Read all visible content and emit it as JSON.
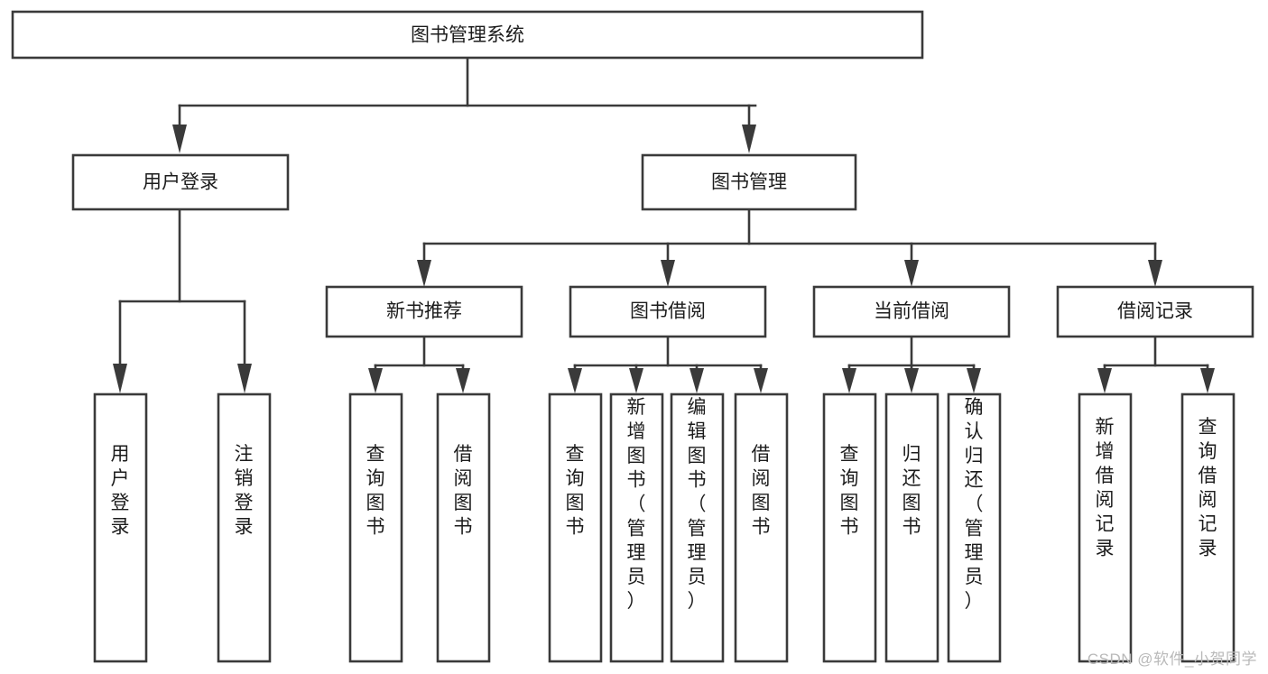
{
  "diagram": {
    "type": "tree",
    "title": "图书管理系统",
    "orientation": "top-down",
    "colors": {
      "background": "#ffffff",
      "box_fill": "#ffffff",
      "box_stroke": "#3a3a3a",
      "text": "#1c1c1c",
      "watermark": "#b9b9b9"
    },
    "root": {
      "label": "图书管理系统",
      "level": 0,
      "orientation": "horizontal"
    },
    "level2": [
      {
        "label": "用户登录",
        "orientation": "horizontal"
      },
      {
        "label": "图书管理",
        "orientation": "horizontal"
      }
    ],
    "level3": [
      {
        "label": "新书推荐",
        "orientation": "horizontal",
        "parent": "图书管理"
      },
      {
        "label": "图书借阅",
        "orientation": "horizontal",
        "parent": "图书管理"
      },
      {
        "label": "当前借阅",
        "orientation": "horizontal",
        "parent": "图书管理"
      },
      {
        "label": "借阅记录",
        "orientation": "horizontal",
        "parent": "图书管理"
      }
    ],
    "leaves": [
      {
        "label": "用户登录",
        "orientation": "vertical",
        "parent": "用户登录"
      },
      {
        "label": "注销登录",
        "orientation": "vertical",
        "parent": "用户登录"
      },
      {
        "label": "查询图书",
        "orientation": "vertical",
        "parent": "新书推荐"
      },
      {
        "label": "借阅图书",
        "orientation": "vertical",
        "parent": "新书推荐"
      },
      {
        "label": "查询图书",
        "orientation": "vertical",
        "parent": "图书借阅"
      },
      {
        "label": "新增图书（管理员）",
        "orientation": "vertical",
        "parent": "图书借阅"
      },
      {
        "label": "编辑图书（管理员）",
        "orientation": "vertical",
        "parent": "图书借阅"
      },
      {
        "label": "借阅图书",
        "orientation": "vertical",
        "parent": "图书借阅"
      },
      {
        "label": "查询图书",
        "orientation": "vertical",
        "parent": "当前借阅"
      },
      {
        "label": "归还图书",
        "orientation": "vertical",
        "parent": "当前借阅"
      },
      {
        "label": "确认归还（管理员）",
        "orientation": "vertical",
        "parent": "当前借阅"
      },
      {
        "label": "新增借阅记录",
        "orientation": "vertical",
        "parent": "借阅记录"
      },
      {
        "label": "查询借阅记录",
        "orientation": "vertical",
        "parent": "借阅记录"
      }
    ]
  },
  "watermark": {
    "text": "CSDN @软件_小贺同学"
  }
}
